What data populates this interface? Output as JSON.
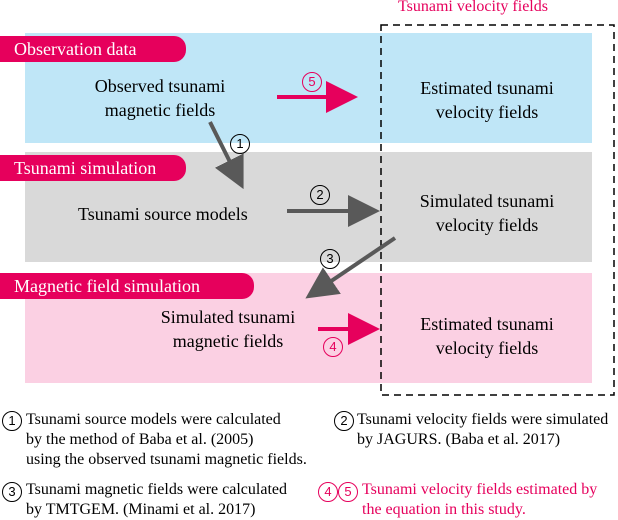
{
  "header": {
    "column_title": "Tsunami velocity fields"
  },
  "bands": {
    "observation": {
      "tag": "Observation data",
      "source": "Observed tsunami magnetic fields",
      "target": "Estimated tsunami velocity fields",
      "arrow_num": "5"
    },
    "simulation": {
      "tag": "Tsunami simulation",
      "source": "Tsunami source models",
      "target": "Simulated tsunami velocity fields",
      "arrow_num": "2"
    },
    "magnetic": {
      "tag": "Magnetic field simulation",
      "source": "Simulated tsunami magnetic fields",
      "target": "Estimated tsunami velocity fields",
      "arrow_num": "4"
    }
  },
  "cross_arrows": {
    "one": "1",
    "three": "3"
  },
  "notes": {
    "n1": {
      "num": "1",
      "lines": [
        "Tsunami source models were calculated",
        "by the method of Baba et al. (2005)",
        "using the observed tsunami magnetic fields."
      ]
    },
    "n2": {
      "num": "2",
      "lines": [
        "Tsunami velocity fields were simulated",
        "by JAGURS. (Baba et al. 2017)"
      ]
    },
    "n3": {
      "num": "3",
      "lines": [
        "Tsunami magnetic fields were calculated",
        "by TMTGEM. (Minami et al. 2017)"
      ]
    },
    "n45": {
      "num_a": "4",
      "num_b": "5",
      "lines": [
        "Tsunami velocity fields estimated by",
        "the equation in this study."
      ]
    }
  },
  "colors": {
    "accent": "#e6005c",
    "observation_bg": "#bfe6f7",
    "simulation_bg": "#d9d9d9",
    "magnetic_bg": "#fbd0e3",
    "arrow_gray": "#595959"
  }
}
